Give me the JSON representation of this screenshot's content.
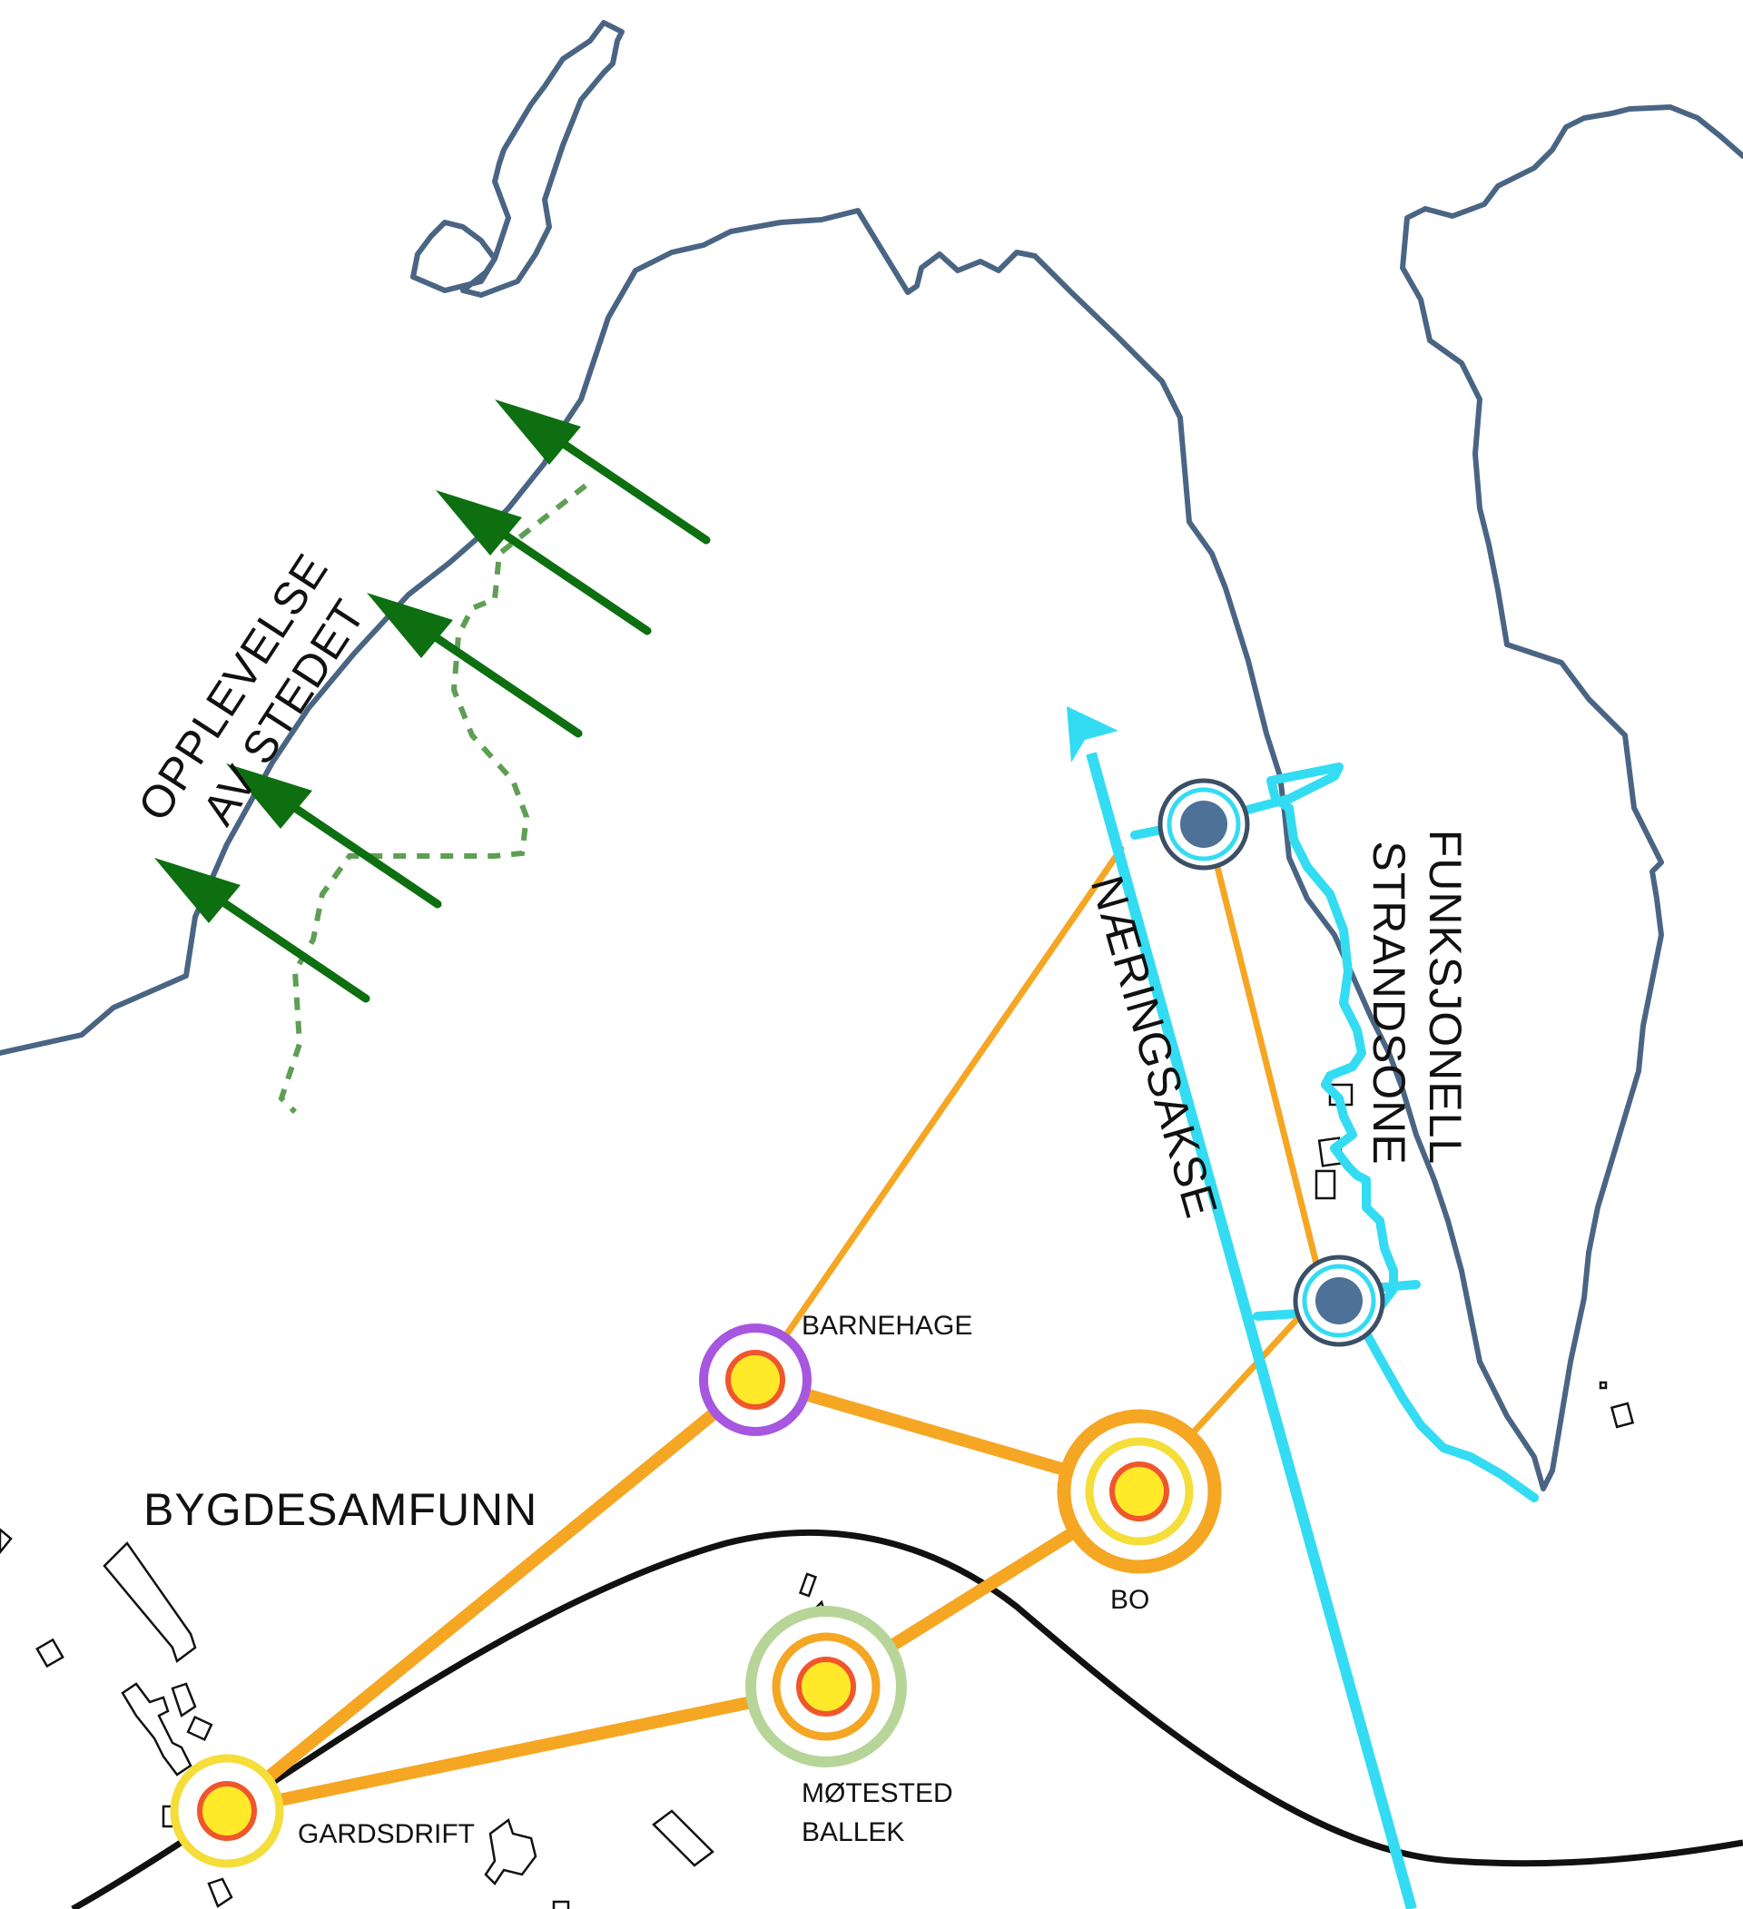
{
  "labels": {
    "opplevelse_line1": "OPPLEVELSE",
    "opplevelse_line2": "AV STEDET",
    "funksjonell_line1": "FUNKSJONELL",
    "funksjonell_line2": "STRANDSONE",
    "naeringsakse": "NÆRINGSAKSE",
    "bygdesamfunn": "BYGDESAMFUNN",
    "barnehage": "BARNEHAGE",
    "bo": "BO",
    "motested_line1": "MØTESTED",
    "motested_line2": "BALLEK",
    "gardsdrift": "GARDSDRIFT"
  },
  "colors": {
    "coastline": "#4a6583",
    "arrow_green": "#0d6f10",
    "trail_green": "#5f9e55",
    "network_orange": "#f5a623",
    "axis_cyan": "#33dcf2",
    "node_yellow": "#ffe929",
    "node_red": "#f0562c",
    "ring_purple": "#a756e0",
    "ring_sage": "#b7d598",
    "ring_yellow": "#f5dd3a",
    "ring_orange": "#f5a623",
    "node_steel": "#4d7197",
    "road_black": "#111111"
  }
}
